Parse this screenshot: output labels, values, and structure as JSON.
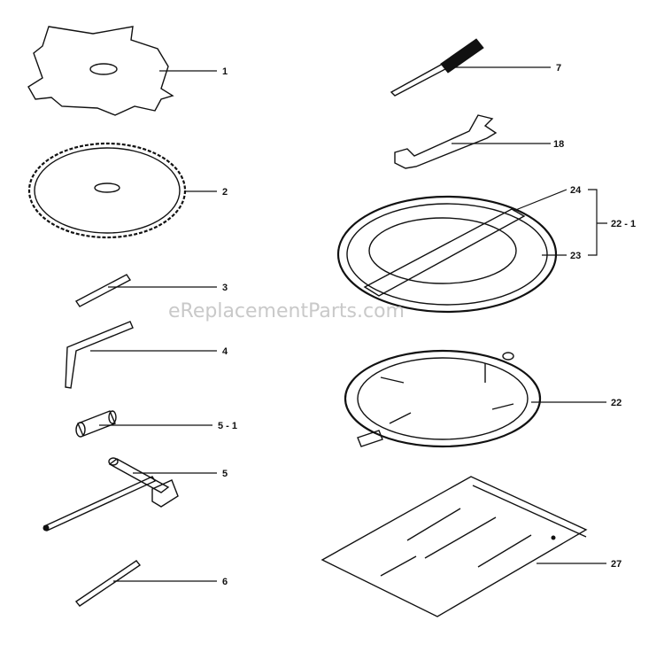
{
  "watermark": "eReplacementParts.com",
  "parts": [
    {
      "id": "blade-4-tooth",
      "label": "1"
    },
    {
      "id": "blade-saw",
      "label": "2"
    },
    {
      "id": "pin-3",
      "label": "3"
    },
    {
      "id": "hex-key",
      "label": "4"
    },
    {
      "id": "socket-small",
      "label": "5 - 1"
    },
    {
      "id": "t-wrench",
      "label": "5"
    },
    {
      "id": "pin-6",
      "label": "6"
    },
    {
      "id": "screwdriver",
      "label": "7"
    },
    {
      "id": "open-wrench",
      "label": "18"
    },
    {
      "id": "strap",
      "label": "24"
    },
    {
      "id": "cover-ring",
      "label": "23"
    },
    {
      "id": "guard-kit",
      "label": "22 - 1"
    },
    {
      "id": "guard-ring",
      "label": "22"
    },
    {
      "id": "bag",
      "label": "27"
    }
  ]
}
